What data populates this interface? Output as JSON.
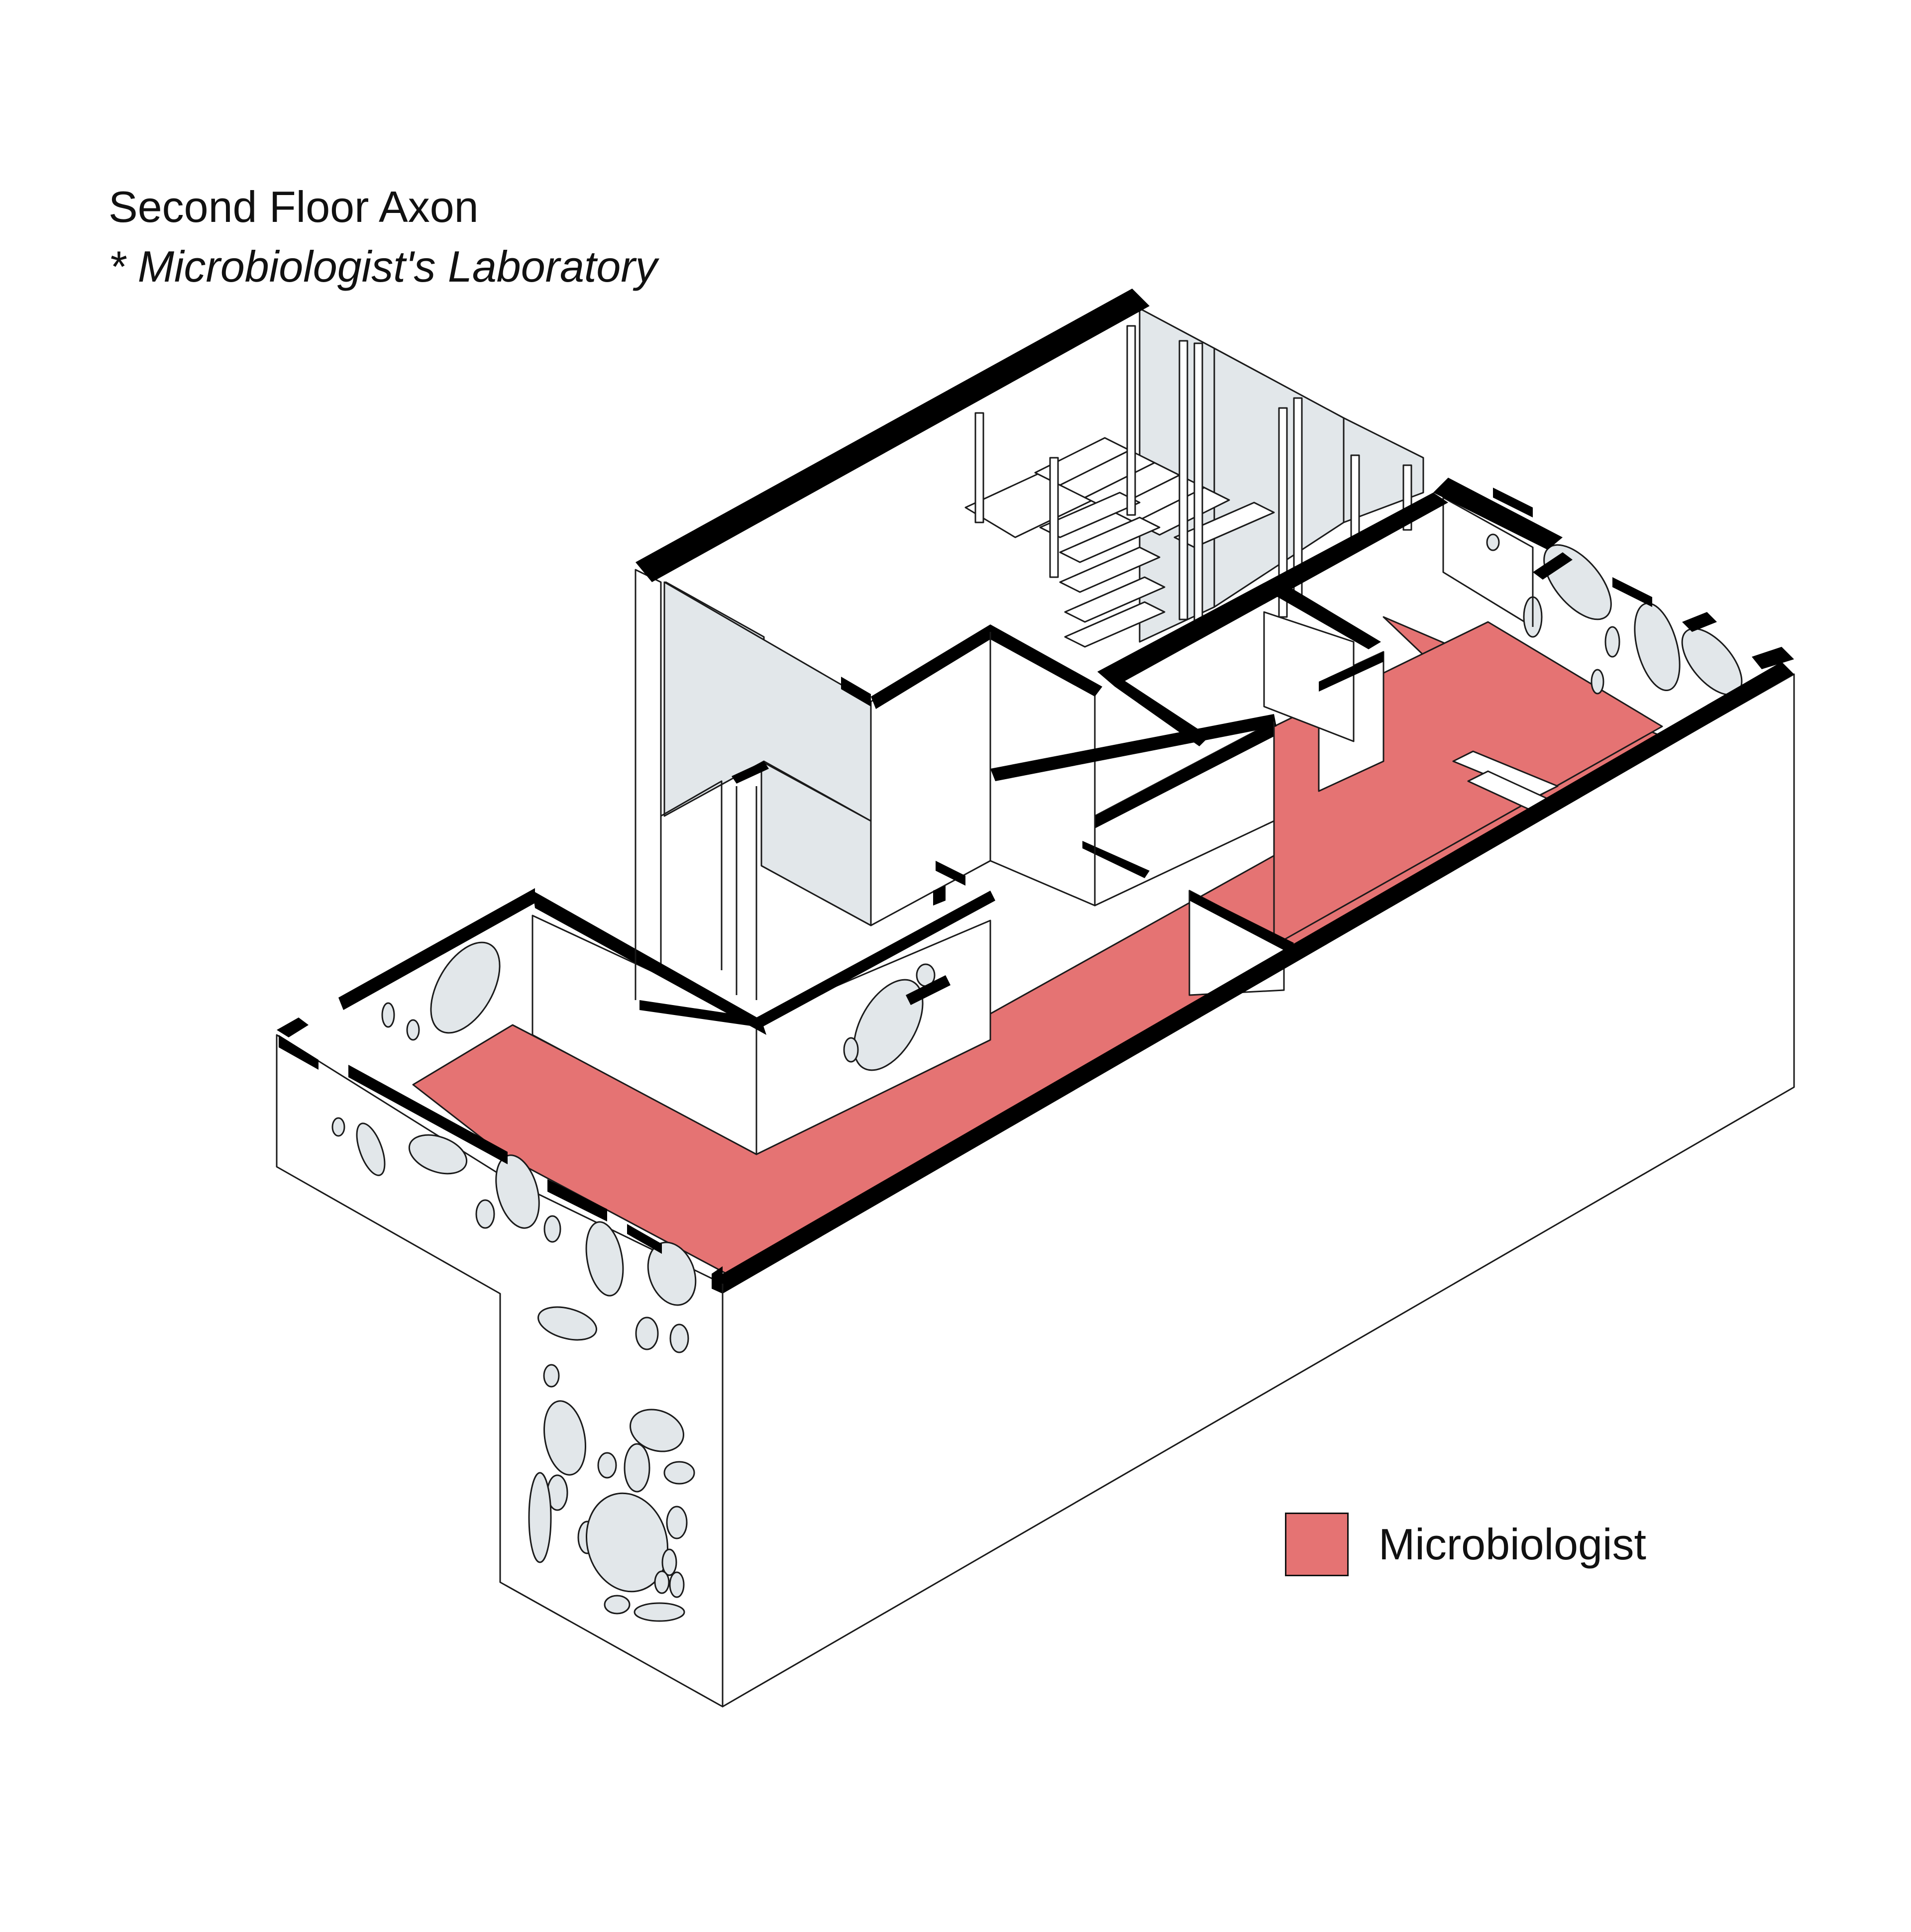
{
  "title": "Second Floor Axon",
  "subtitle": "* Microbiologist's Laboratory",
  "legend": {
    "label": "Microbiologist",
    "color": "#e57373"
  },
  "colors": {
    "floor_highlight": "#e57373",
    "wall_cut": "#000000",
    "glass": "#e2e7ea",
    "surface": "#ffffff",
    "line": "#1a1a1a"
  }
}
